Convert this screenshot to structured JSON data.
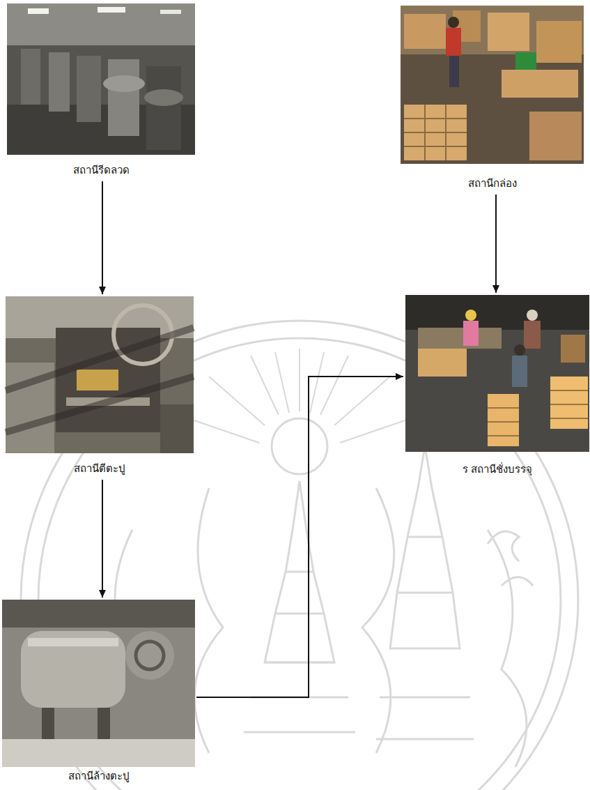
{
  "diagram": {
    "nodes": [
      {
        "text": [
          "สถานีรีดลวด"
        ]
      },
      {
        "text": [
          "สถานีกล่อง"
        ]
      },
      {
        "text": [
          "สถานีตีตะปู"
        ]
      },
      {
        "text": [
          "ร สถานีชั่งบรรจุ"
        ]
      },
      {
        "text": [
          "สถานีล้างตะปู"
        ]
      }
    ],
    "edges": [
      {
        "from": 0,
        "to": 2,
        "arrow": "to"
      },
      {
        "from": 2,
        "to": 4,
        "arrow": "to"
      },
      {
        "from": 4,
        "to": 3,
        "arrow": "to"
      },
      {
        "from": 1,
        "to": 3,
        "arrow": "to"
      }
    ]
  }
}
